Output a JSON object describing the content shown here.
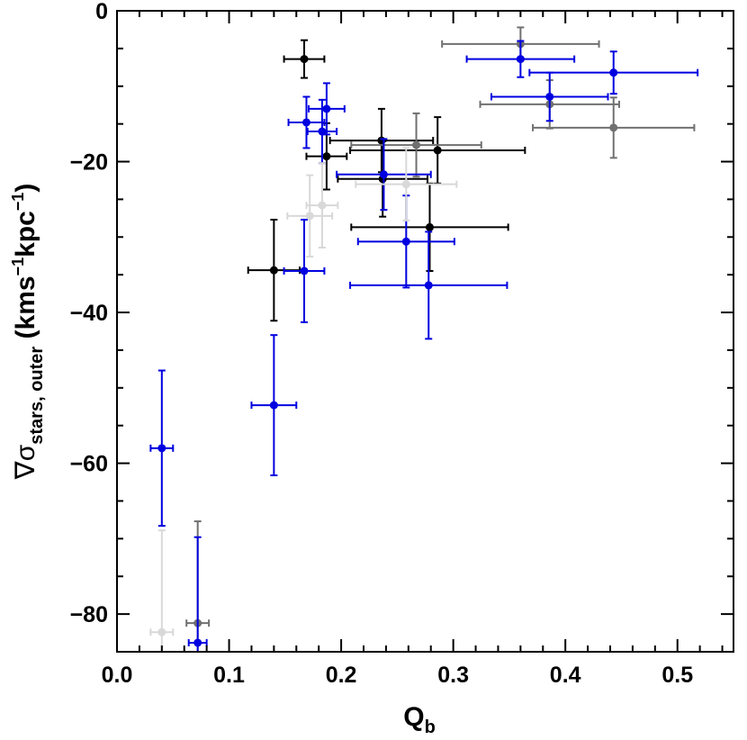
{
  "chart_data": {
    "type": "scatter",
    "xlabel": "Q",
    "xlabel_sub": "b",
    "ylabel_main": "∇σ",
    "ylabel_sub": "stars, outer",
    "ylabel_unit_pre": " (kms",
    "ylabel_unit_exp1": "−1",
    "ylabel_unit_mid": "kpc",
    "ylabel_unit_exp2": "−1",
    "ylabel_unit_post": ")",
    "xlim": [
      0.0,
      0.55
    ],
    "ylim": [
      -85,
      0
    ],
    "x_ticks": [
      0.0,
      0.1,
      0.2,
      0.3,
      0.4,
      0.5
    ],
    "x_tick_labels": [
      "0.0",
      "0.1",
      "0.2",
      "0.3",
      "0.4",
      "0.5"
    ],
    "y_ticks": [
      0,
      -20,
      -40,
      -60,
      -80
    ],
    "y_tick_labels": [
      "0",
      "−20",
      "−40",
      "−60",
      "−80"
    ],
    "x_minor_step": 0.02,
    "y_minor_step": 5,
    "grid": false,
    "series": [
      {
        "color": "#000000",
        "points": [
          {
            "x": 0.167,
            "y": -6.4,
            "xerr": 0.018,
            "yerr": 2.5
          },
          {
            "x": 0.187,
            "y": -19.3,
            "xerr": 0.018,
            "yerr": 4.4
          },
          {
            "x": 0.14,
            "y": -34.4,
            "xerr": 0.023,
            "yerr": 6.7
          },
          {
            "x": 0.236,
            "y": -17.2,
            "xerr": 0.046,
            "yerr": 4.2
          },
          {
            "x": 0.237,
            "y": -22.3,
            "xerr": 0.04,
            "yerr": 5.0
          },
          {
            "x": 0.286,
            "y": -18.5,
            "xerr": 0.078,
            "yerr": 4.4
          },
          {
            "x": 0.279,
            "y": -28.7,
            "xerr": 0.07,
            "yerr": 5.8
          }
        ]
      },
      {
        "color": "#707070",
        "points": [
          {
            "x": 0.36,
            "y": -4.4,
            "xerr": 0.07,
            "yerr": 2.2
          },
          {
            "x": 0.386,
            "y": -12.4,
            "xerr": 0.062,
            "yerr": 3.2
          },
          {
            "x": 0.443,
            "y": -15.5,
            "xerr": 0.072,
            "yerr": 4.0
          },
          {
            "x": 0.267,
            "y": -17.8,
            "xerr": 0.058,
            "yerr": 4.2
          },
          {
            "x": 0.072,
            "y": -81.2,
            "xerr": 0.01,
            "yerr": 13.5
          }
        ]
      },
      {
        "color": "#0000e0",
        "points": [
          {
            "x": 0.36,
            "y": -6.4,
            "xerr": 0.048,
            "yerr": 2.4
          },
          {
            "x": 0.443,
            "y": -8.2,
            "xerr": 0.075,
            "yerr": 2.8
          },
          {
            "x": 0.386,
            "y": -11.4,
            "xerr": 0.052,
            "yerr": 3.2
          },
          {
            "x": 0.169,
            "y": -14.8,
            "xerr": 0.016,
            "yerr": 3.4
          },
          {
            "x": 0.187,
            "y": -13.0,
            "xerr": 0.016,
            "yerr": 3.4
          },
          {
            "x": 0.183,
            "y": -16.0,
            "xerr": 0.013,
            "yerr": 4.2
          },
          {
            "x": 0.238,
            "y": -21.7,
            "xerr": 0.042,
            "yerr": 4.7
          },
          {
            "x": 0.258,
            "y": -30.6,
            "xerr": 0.043,
            "yerr": 6.1
          },
          {
            "x": 0.278,
            "y": -36.4,
            "xerr": 0.07,
            "yerr": 7.1
          },
          {
            "x": 0.167,
            "y": -34.5,
            "xerr": 0.018,
            "yerr": 6.8
          },
          {
            "x": 0.14,
            "y": -52.3,
            "xerr": 0.02,
            "yerr": 9.3
          },
          {
            "x": 0.04,
            "y": -58.0,
            "xerr": 0.01,
            "yerr": 10.3
          },
          {
            "x": 0.072,
            "y": -83.8,
            "xerr": 0.008,
            "yerr": 14.0
          }
        ]
      },
      {
        "color": "#d8d8d8",
        "points": [
          {
            "x": 0.172,
            "y": -27.2,
            "xerr": 0.02,
            "yerr": 5.4
          },
          {
            "x": 0.183,
            "y": -25.8,
            "xerr": 0.014,
            "yerr": 5.6
          },
          {
            "x": 0.258,
            "y": -23.0,
            "xerr": 0.045,
            "yerr": 4.8
          },
          {
            "x": 0.04,
            "y": -82.4,
            "xerr": 0.01,
            "yerr": 13.5
          }
        ]
      }
    ]
  }
}
